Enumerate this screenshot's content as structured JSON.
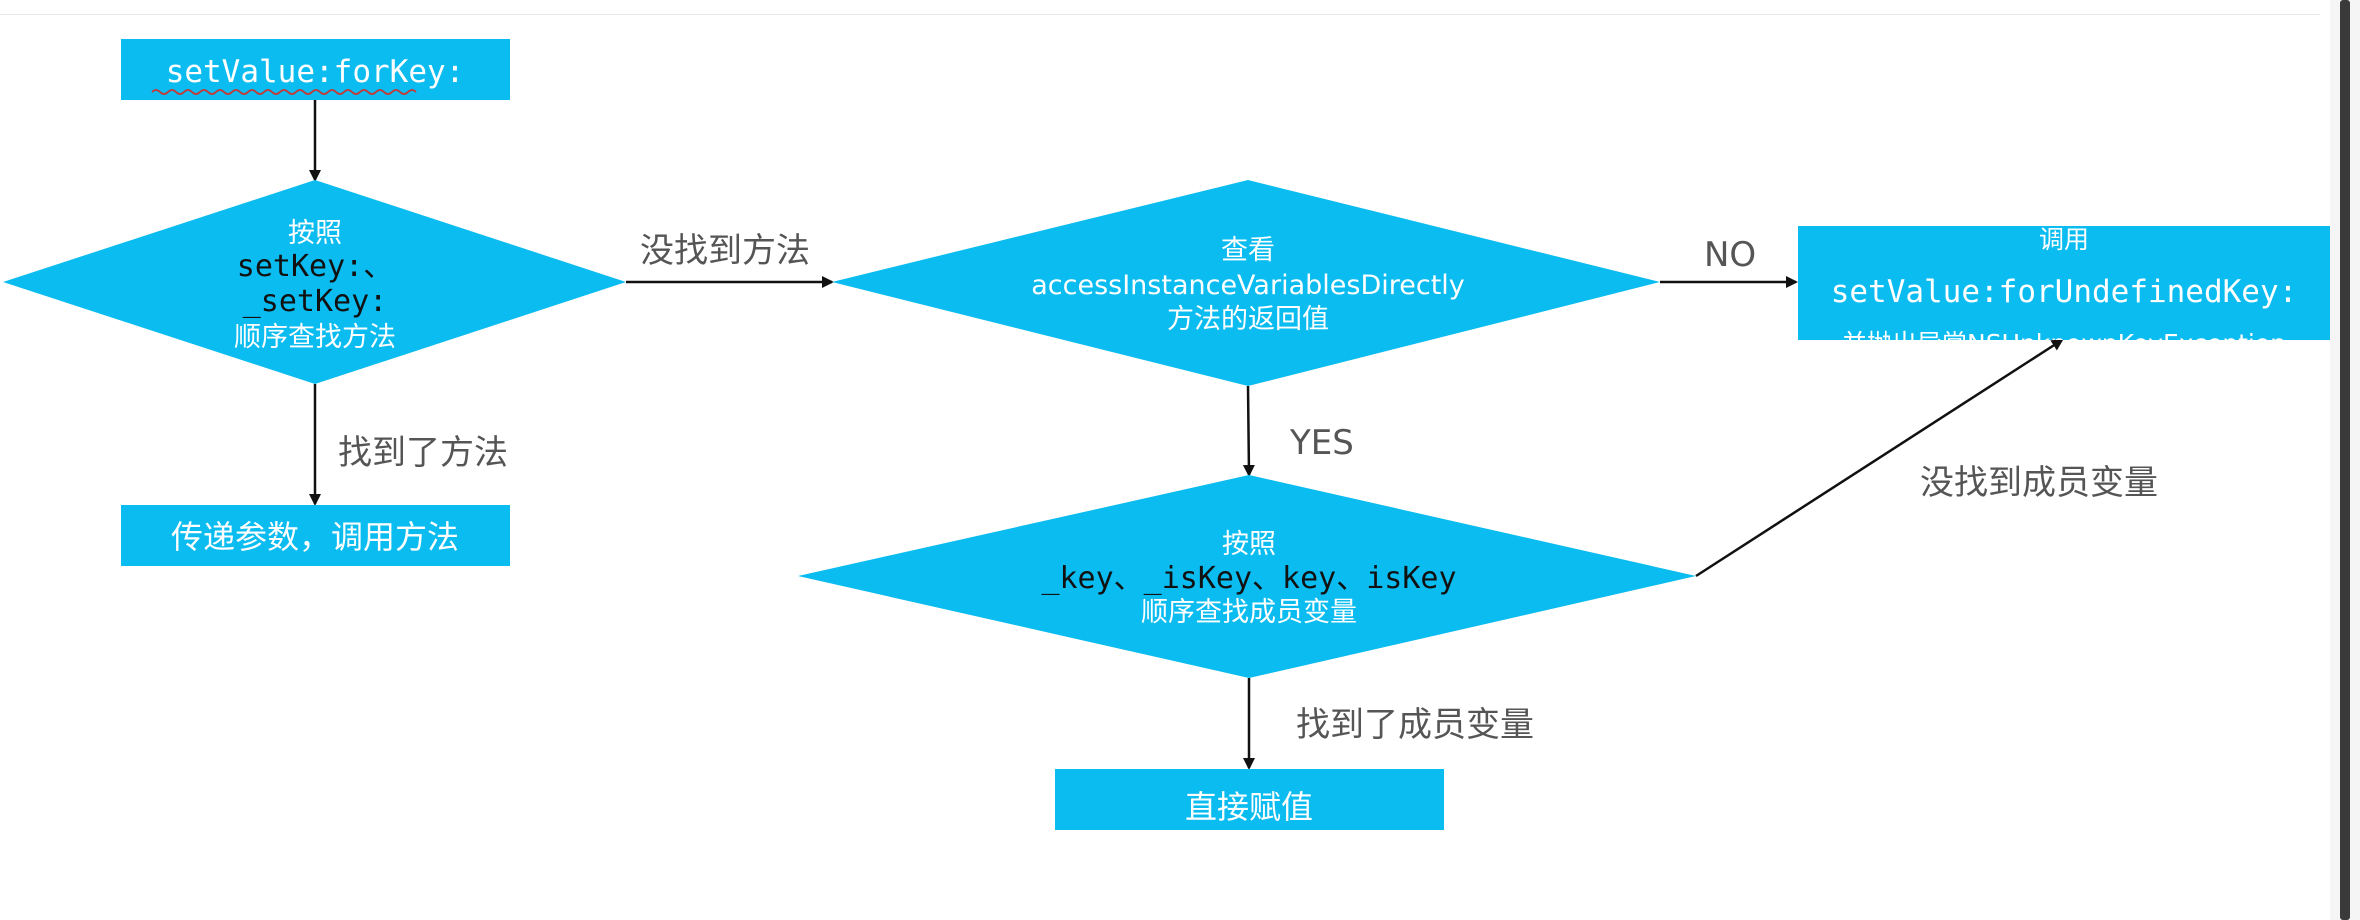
{
  "colors": {
    "shape_fill": "#0BBCF0",
    "arrow": "#111111",
    "label": "#555555"
  },
  "nodes": {
    "start": {
      "text": "setValue:forKey:"
    },
    "check_setter": {
      "line1": "按照",
      "line2": "setKey:、",
      "line3": "_setKey:",
      "line4": "顺序查找方法"
    },
    "call_method": {
      "text": "传递参数，调用方法"
    },
    "check_access": {
      "line1": "查看",
      "line2": "accessInstanceVariablesDirectly",
      "line3": "方法的返回值"
    },
    "undefined_key": {
      "line1": "调用",
      "line2": "setValue:forUndefinedKey:",
      "line3": "并抛出异常NSUnknownKeyException"
    },
    "check_ivars": {
      "line1": "按照",
      "line2": "_key、_isKey、key、isKey",
      "line3": "顺序查找成员变量"
    },
    "assign": {
      "text": "直接赋值"
    }
  },
  "edges": {
    "not_found_method": "没找到方法",
    "found_method": "找到了方法",
    "no": "NO",
    "yes": "YES",
    "not_found_ivar": "没找到成员变量",
    "found_ivar": "找到了成员变量"
  }
}
